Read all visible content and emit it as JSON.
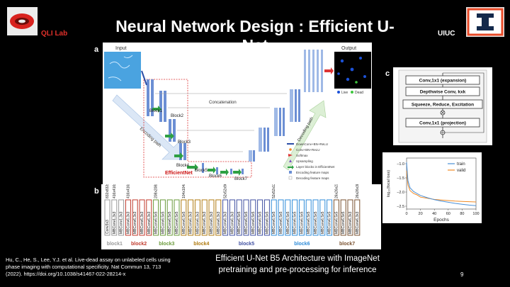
{
  "header": {
    "title": "Neural Network Design : Efficient U-Net",
    "lab": "QLI Lab",
    "university": "UIUC"
  },
  "panel_a": {
    "label": "a",
    "input_label": "Input",
    "output_label": "Output",
    "concatenation_label": "Concatenation",
    "encoding_path_label": "Encoding path",
    "decoding_path_label": "Decoding path",
    "efficientnet_label": "EfficientNet",
    "output_legend": {
      "live": "Live",
      "dead": "Dead"
    },
    "blocks": [
      "Block1",
      "Block2",
      "Block3",
      "Block4",
      "Block5",
      "Block6",
      "Block7"
    ],
    "legend": [
      "DownConv+BN+ReLU",
      "Conv+BN+ReLU",
      "Softmax",
      "Upsampling",
      "Layer blocks in EfficientNet",
      "Encoding feature maps",
      "Decoding feature maps"
    ]
  },
  "panel_b": {
    "label": "b",
    "sizes": [
      "832x832x3",
      "416x416x40",
      "416x416x24",
      "208x208x32",
      "104x104x48",
      "52x52x96",
      "52x52x136",
      "26x26x232",
      "26x26x384"
    ],
    "layers": [
      "Conv3x3",
      "MBConv1,3x3",
      "MBConv1,3x3",
      "MBConv6,3x3",
      "MBConv6,3x3",
      "MBConv6,3x3",
      "MBConv6,3x3",
      "MBConv6,5x5",
      "MBConv6,5x5",
      "MBConv6,5x5",
      "MBConv6,5x5",
      "MBConv6,5x5",
      "MBConv6,3x3",
      "MBConv6,3x3",
      "MBConv6,3x3",
      "MBConv6,3x3",
      "MBConv6,3x3",
      "MBConv6,3x3",
      "MBConv6,3x3",
      "MBConv6,5x5",
      "MBConv6,5x5",
      "MBConv6,5x5",
      "MBConv6,5x5",
      "MBConv6,5x5",
      "MBConv6,5x5",
      "MBConv6,5x5",
      "MBConv6,5x5",
      "MBConv6,5x5",
      "MBConv6,5x5",
      "MBConv6,5x5",
      "MBConv6,5x5",
      "MBConv6,5x5",
      "MBConv6,5x5",
      "MBConv6,5x5",
      "MBConv6,5x5",
      "MBConv6,3x3",
      "MBConv6,3x3"
    ],
    "block_names": [
      "block1",
      "block2",
      "block3",
      "block4",
      "block5",
      "block6",
      "block7"
    ]
  },
  "panel_c": {
    "label": "c",
    "steps": [
      "Conv,1x1 (expansion)",
      "Depthwise Conv, kxk",
      "Squeeze, Reduce, Excitation",
      "Conv,1x1 (projection)"
    ]
  },
  "chart_data": {
    "type": "line",
    "title": "",
    "xlabel": "Epochs",
    "ylabel": "log₁₀(focal loss)",
    "xlim": [
      0,
      100
    ],
    "ylim": [
      -2.6,
      -0.8
    ],
    "xticks": [
      0,
      20,
      40,
      60,
      80,
      100
    ],
    "yticks": [
      -1.0,
      -1.5,
      -2.0,
      -2.5
    ],
    "legend_position": "top-right",
    "x": [
      0,
      2,
      5,
      10,
      15,
      20,
      30,
      40,
      50,
      60,
      70,
      80,
      90,
      100
    ],
    "series": [
      {
        "name": "train",
        "color": "#4a8fd6",
        "values": [
          -0.95,
          -1.6,
          -1.85,
          -1.98,
          -2.05,
          -2.12,
          -2.2,
          -2.27,
          -2.32,
          -2.36,
          -2.4,
          -2.43,
          -2.46,
          -2.48
        ]
      },
      {
        "name": "valid",
        "color": "#f08a24",
        "values": [
          -1.25,
          -1.75,
          -1.95,
          -2.05,
          -2.1,
          -2.18,
          -2.22,
          -2.26,
          -2.28,
          -2.3,
          -2.32,
          -2.33,
          -2.34,
          -2.35
        ]
      }
    ]
  },
  "caption": {
    "line1": "Efficient U-Net B5 Architecture with ImageNet",
    "line2": "pretraining and pre-processing for inference"
  },
  "citation": {
    "text": "Hu, C., He, S., Lee, Y.J. et al. Live-dead assay on unlabeled cells using phase imaging with computational specificity. Nat Commun 13, 713 (2022). https://doi.org/10.1038/s41467-022-28214-x"
  },
  "page_number": "9"
}
